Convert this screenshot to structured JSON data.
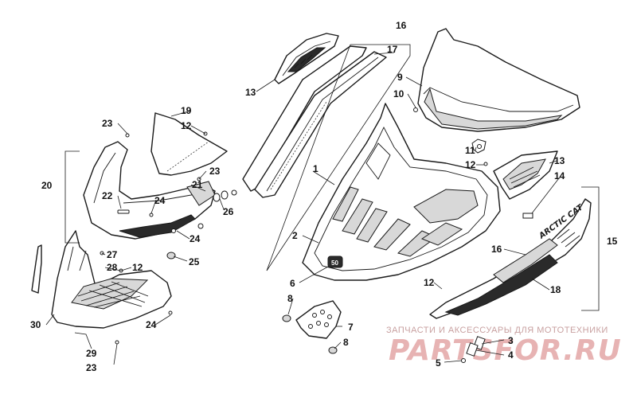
{
  "diagram": {
    "callouts": {
      "c1": "1",
      "c2": "2",
      "c3": "3",
      "c4": "4",
      "c5": "5",
      "c6": "6",
      "c7": "7",
      "c8a": "8",
      "c8b": "8",
      "c9": "9",
      "c10": "10",
      "c11": "11",
      "c12a": "12",
      "c12b": "12",
      "c12c": "12",
      "c12d": "12",
      "c13a": "13",
      "c13b": "13",
      "c14": "14",
      "c15": "15",
      "c16a": "16",
      "c16b": "16",
      "c17": "17",
      "c18": "18",
      "c19": "19",
      "c20": "20",
      "c21": "21",
      "c22": "22",
      "c23a": "23",
      "c23b": "23",
      "c23c": "23",
      "c24a": "24",
      "c24b": "24",
      "c24c": "24",
      "c25": "25",
      "c26": "26",
      "c27": "27",
      "c28": "28",
      "c29": "29",
      "c30": "30"
    },
    "side_panel_brand": "ARCTIC CAT",
    "hood_badge": "50"
  },
  "watermark": {
    "tagline": "ЗАПЧАСТИ И АКСЕССУАРЫ ДЛЯ МОТОТЕХНИКИ",
    "logo": "PARTSFOR.RU"
  },
  "colors": {
    "line": "#1a1a1a",
    "watermark": "#e7b3b3"
  }
}
